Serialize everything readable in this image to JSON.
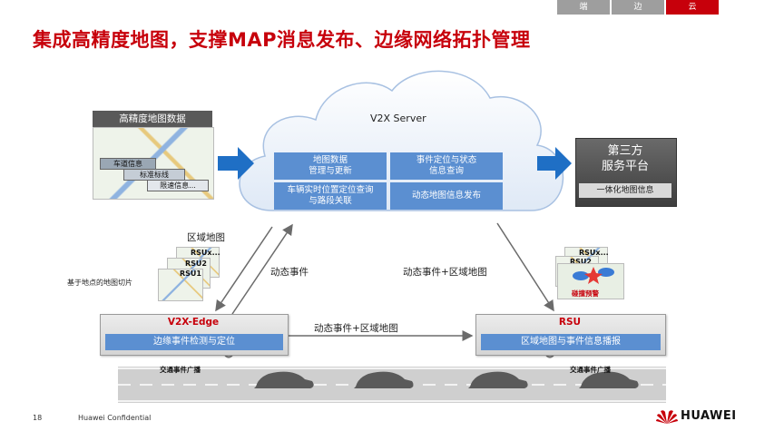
{
  "tabs": [
    "端",
    "边",
    "云"
  ],
  "title": "集成高精度地图，支撑MAP消息发布、边缘网络拓扑管理",
  "hd_map": {
    "header": "高精度地图数据",
    "layers": [
      "车道信息",
      "标准标线",
      "限速信息..."
    ]
  },
  "cloud": {
    "title": "V2X Server",
    "cells": [
      "地图数据\n管理与更新",
      "事件定位与状态\n信息查询",
      "车辆实时位置定位查询\n与路段关联",
      "动态地图信息发布"
    ]
  },
  "third_party": {
    "title": "第三方\n服务平台",
    "sub": "一体化地图信息"
  },
  "tiles": {
    "label": "区域地图",
    "caption": "基于地点的地图切片",
    "cards": [
      "RSUx...",
      "RSU2",
      "RSU1"
    ]
  },
  "rsu_tiles": {
    "cards": [
      "RSUx...",
      "RSU2"
    ],
    "alert": "碰撞预警"
  },
  "arrows": {
    "edge_up": "动态事件",
    "rsu_up": "动态事件+区域地图",
    "middle": "动态事件+区域地图"
  },
  "edge": {
    "title": "V2X-Edge",
    "bar": "边缘事件检测与定位",
    "broadcast": "交通事件广播"
  },
  "rsu": {
    "title": "RSU",
    "bar": "区域地图与事件信息播报",
    "broadcast": "交通事件广播"
  },
  "footer": {
    "page": "18",
    "confidential": "Huawei Confidential",
    "brand": "HUAWEI"
  },
  "colors": {
    "brand_red": "#c7000b",
    "cell_blue": "#5b8fd1",
    "arrow_blue": "#1f6fc5",
    "dark_grey": "#595959"
  }
}
